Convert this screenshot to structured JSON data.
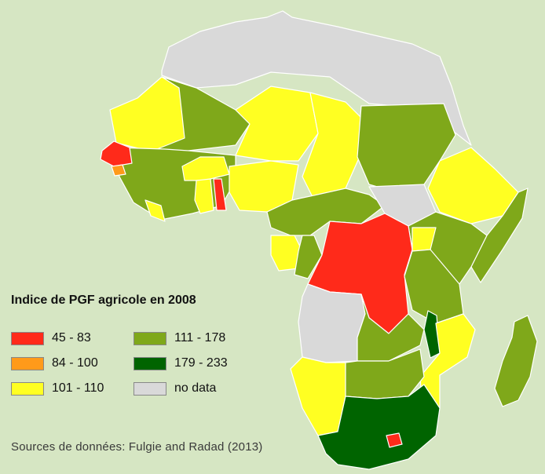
{
  "legend": {
    "title": "Indice de PGF agricole en 2008",
    "items": [
      {
        "label": "45 - 83",
        "color": "#ff2a1a"
      },
      {
        "label": "84 - 100",
        "color": "#ff9a1a"
      },
      {
        "label": "101 - 110",
        "color": "#ffff22"
      },
      {
        "label": "111 - 178",
        "color": "#7fa81a"
      },
      {
        "label": "179 - 233",
        "color": "#006400"
      },
      {
        "label": "no data",
        "color": "#d9d9d9"
      }
    ]
  },
  "source": "Sources de données: Fulgie and Radad (2013)",
  "colors": {
    "background": "#d6e6c3",
    "border": "#ffffff"
  }
}
